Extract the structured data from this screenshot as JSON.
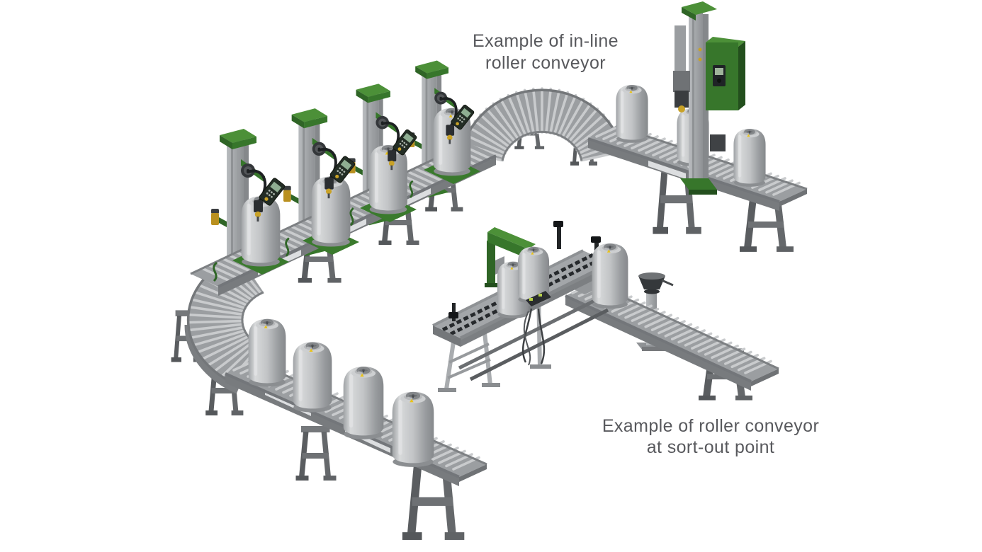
{
  "labels": {
    "inline": {
      "line1": "Example of in-line",
      "line2": "roller conveyor"
    },
    "sortout": {
      "line1": "Example of roller conveyor",
      "line2": "at sort-out point"
    }
  },
  "colors": {
    "background": "#ffffff",
    "machine_green": "#37762b",
    "machine_green_light": "#4c9038",
    "machine_green_dark": "#234f1d",
    "conveyor_gray": "#9b9ea1",
    "roller_light": "#c9cbcd",
    "frame_dark": "#5a5d60",
    "cylinder_gray": "#c2c4c6",
    "warning_yellow": "#e8c21a",
    "label_text": "#58595d"
  },
  "scene": {
    "filling_stations": 4,
    "gas_cylinders": 14,
    "sections": [
      "in-line-roller-conveyor-loop",
      "sort-out-chain-transfer",
      "sort-out-roller-conveyor"
    ]
  }
}
